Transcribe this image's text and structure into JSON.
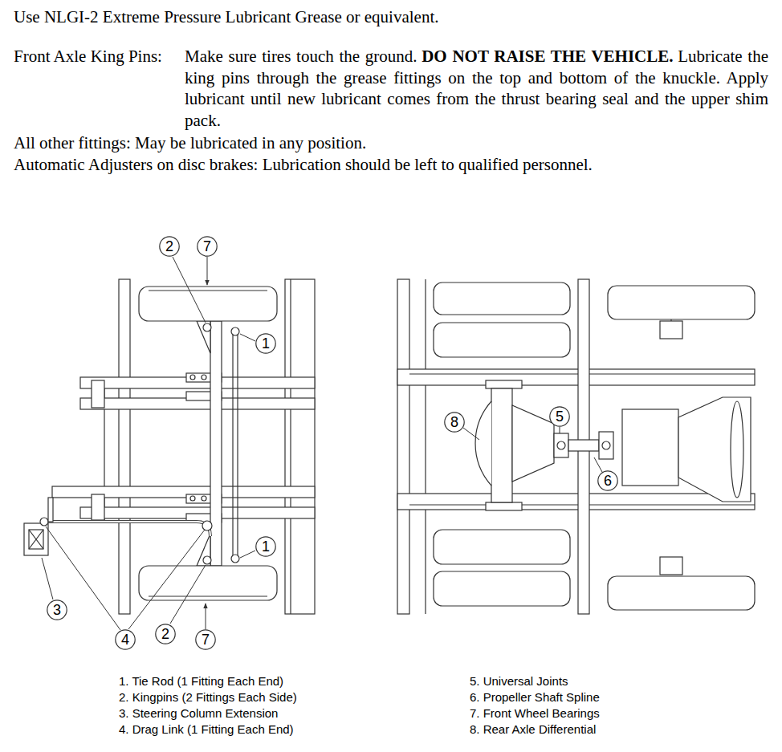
{
  "diagram": {
    "nodes": [
      {
        "text": [
          "2"
        ]
      },
      {
        "text": [
          "7"
        ]
      },
      {
        "text": [
          "1"
        ]
      },
      {
        "text": [
          "8"
        ]
      },
      {
        "text": [
          "5"
        ]
      },
      {
        "text": [
          "1"
        ]
      },
      {
        "text": [
          "6"
        ]
      },
      {
        "text": [
          "3"
        ]
      },
      {
        "text": [
          "2"
        ]
      },
      {
        "text": [
          "4"
        ]
      },
      {
        "text": [
          "7"
        ]
      }
    ],
    "labels": [
      "Use NLGI-2 Extreme Pressure Lubricant Grease or equivalent.",
      "Front Axle King Pins:",
      "Make sure tires touch the ground.",
      "DO NOT RAISE THE VEHICLE.",
      "Lubricate the king pins through the grease fittings on the top and bottom of the knuckle. Apply lubricant until new lubricant comes from the thrust bearing seal and the upper shim pack.",
      "All other fittings: May be lubricated in any position.",
      "Automatic Adjusters on disc brakes: Lubrication should be left to qualified personnel.",
      "1. Tie Rod (1 Fitting Each End)",
      "2. Kingpins (2 Fittings Each Side)",
      "3. Steering Column Extension",
      "4. Drag Link (1 Fitting Each End)",
      "5. Universal Joints",
      "6. Propeller Shaft Spline",
      "7. Front Wheel Bearings",
      "8. Rear Axle Differential"
    ]
  }
}
